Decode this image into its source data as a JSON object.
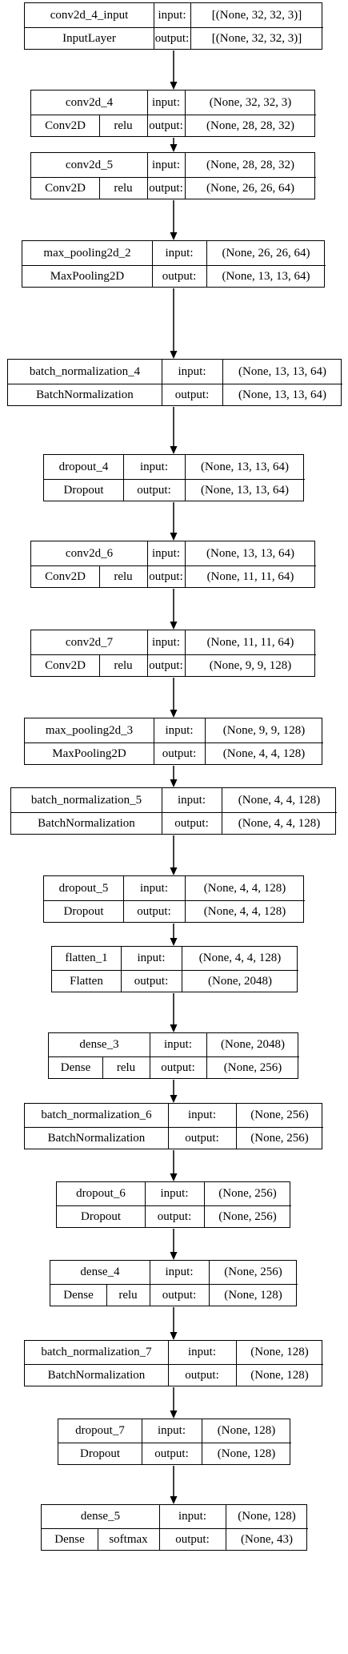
{
  "layers": [
    {
      "name": "conv2d_4_input",
      "class": "InputLayer",
      "input": "[(None, 32, 32, 3)]",
      "output": "[(None, 32, 32, 3)]"
    },
    {
      "name": "conv2d_4",
      "class": "Conv2D",
      "activation": "relu",
      "input": "(None, 32, 32, 3)",
      "output": "(None, 28, 28, 32)"
    },
    {
      "name": "conv2d_5",
      "class": "Conv2D",
      "activation": "relu",
      "input": "(None, 28, 28, 32)",
      "output": "(None, 26, 26, 64)"
    },
    {
      "name": "max_pooling2d_2",
      "class": "MaxPooling2D",
      "input": "(None, 26, 26, 64)",
      "output": "(None, 13, 13, 64)"
    },
    {
      "name": "batch_normalization_4",
      "class": "BatchNormalization",
      "input": "(None, 13, 13, 64)",
      "output": "(None, 13, 13, 64)"
    },
    {
      "name": "dropout_4",
      "class": "Dropout",
      "input": "(None, 13, 13, 64)",
      "output": "(None, 13, 13, 64)"
    },
    {
      "name": "conv2d_6",
      "class": "Conv2D",
      "activation": "relu",
      "input": "(None, 13, 13, 64)",
      "output": "(None, 11, 11, 64)"
    },
    {
      "name": "conv2d_7",
      "class": "Conv2D",
      "activation": "relu",
      "input": "(None, 11, 11, 64)",
      "output": "(None, 9, 9, 128)"
    },
    {
      "name": "max_pooling2d_3",
      "class": "MaxPooling2D",
      "input": "(None, 9, 9, 128)",
      "output": "(None, 4, 4, 128)"
    },
    {
      "name": "batch_normalization_5",
      "class": "BatchNormalization",
      "input": "(None, 4, 4, 128)",
      "output": "(None, 4, 4, 128)"
    },
    {
      "name": "dropout_5",
      "class": "Dropout",
      "input": "(None, 4, 4, 128)",
      "output": "(None, 4, 4, 128)"
    },
    {
      "name": "flatten_1",
      "class": "Flatten",
      "input": "(None, 4, 4, 128)",
      "output": "(None, 2048)"
    },
    {
      "name": "dense_3",
      "class": "Dense",
      "activation": "relu",
      "input": "(None, 2048)",
      "output": "(None, 256)"
    },
    {
      "name": "batch_normalization_6",
      "class": "BatchNormalization",
      "input": "(None, 256)",
      "output": "(None, 256)"
    },
    {
      "name": "dropout_6",
      "class": "Dropout",
      "input": "(None, 256)",
      "output": "(None, 256)"
    },
    {
      "name": "dense_4",
      "class": "Dense",
      "activation": "relu",
      "input": "(None, 256)",
      "output": "(None, 128)"
    },
    {
      "name": "batch_normalization_7",
      "class": "BatchNormalization",
      "input": "(None, 128)",
      "output": "(None, 128)"
    },
    {
      "name": "dropout_7",
      "class": "Dropout",
      "input": "(None, 128)",
      "output": "(None, 128)"
    },
    {
      "name": "dense_5",
      "class": "Dense",
      "activation": "softmax",
      "input": "(None, 128)",
      "output": "(None, 43)"
    }
  ],
  "labels": {
    "input": "input:",
    "output": "output:"
  },
  "colors": {
    "stroke": "#000000",
    "background": "#ffffff"
  }
}
